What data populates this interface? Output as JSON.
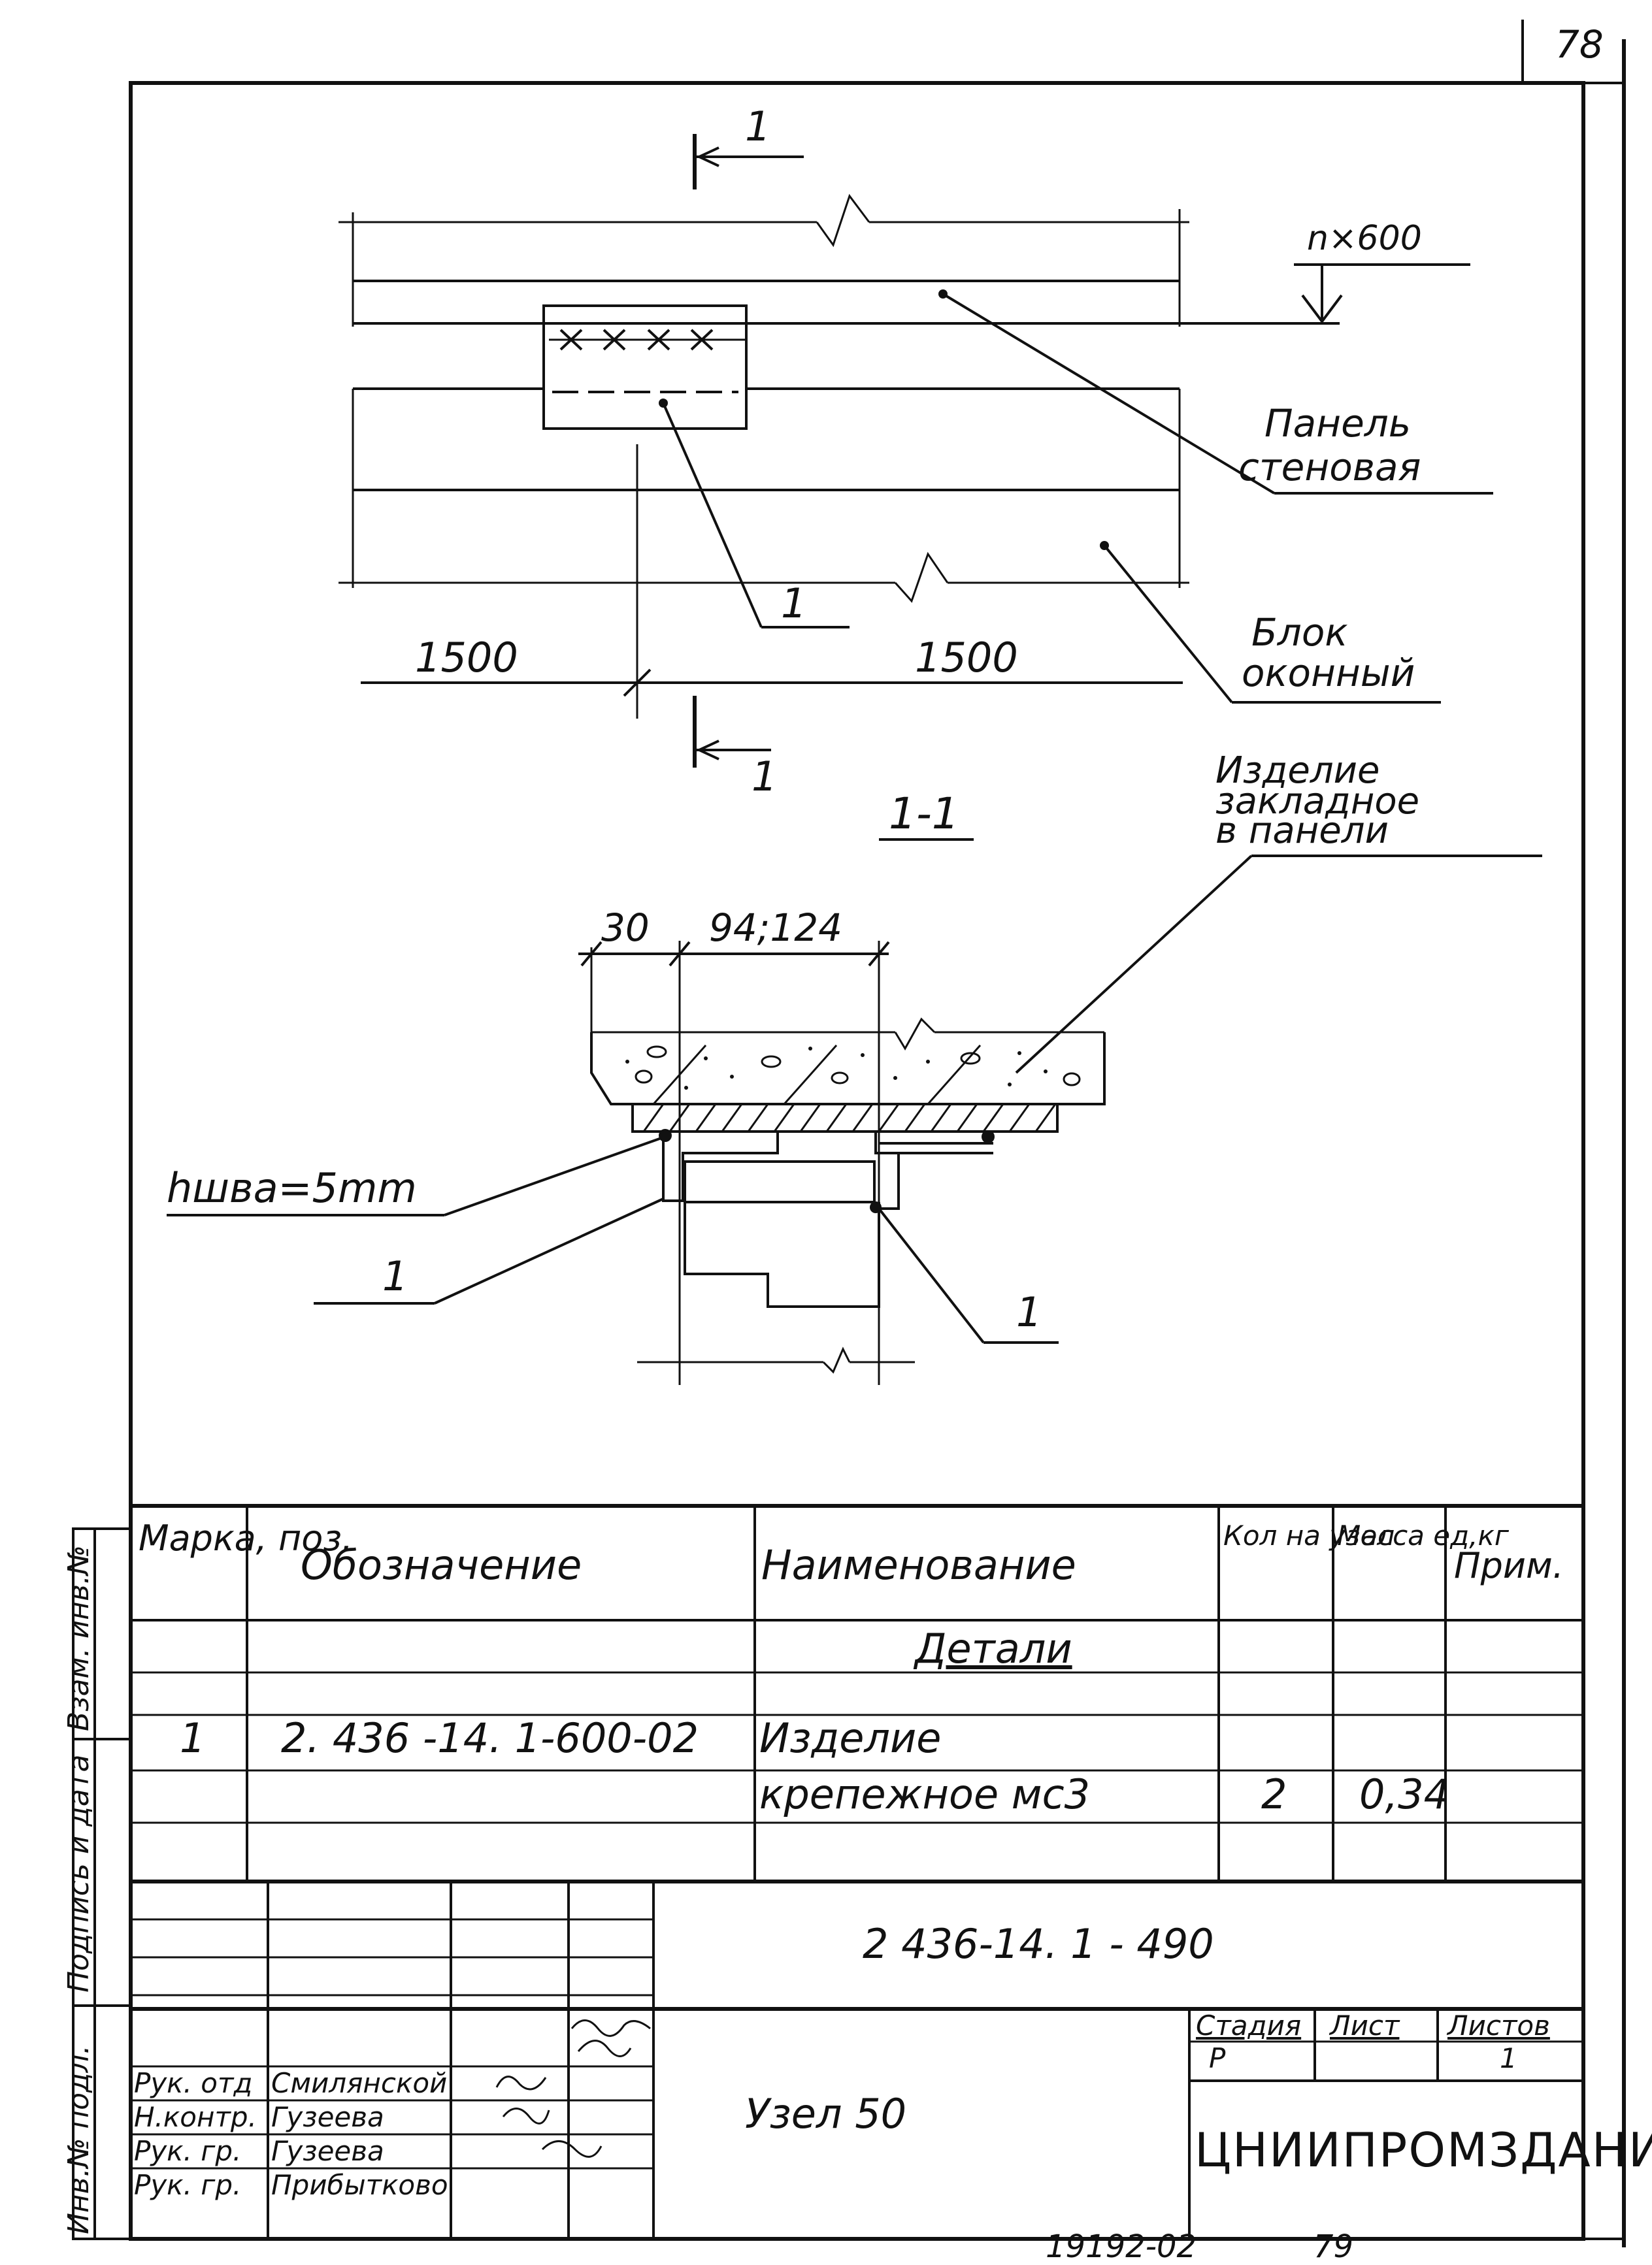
{
  "sheet": {
    "page_number": "78",
    "bottom_code": "19192-02",
    "bottom_number": "79"
  },
  "plan": {
    "dim_top": "n×600",
    "label_panel": [
      "Панель",
      "стеновая"
    ],
    "label_block": [
      "Блок",
      "оконный"
    ],
    "dim_left": "1500",
    "dim_right": "1500",
    "pos_marker": "1",
    "section_mark": "1"
  },
  "section": {
    "title": "1-1",
    "label_embedded": [
      "Изделие",
      "закладное",
      "в панели"
    ],
    "dim_a": "30",
    "dim_b": "94;124",
    "weld_note": "hшва=5mm",
    "pos_left": "1",
    "pos_right": "1"
  },
  "spec_table": {
    "headers": [
      "Марка, поз.",
      "Обозначение",
      "Наименование",
      "Кол на узел",
      "Масса ед,кг",
      "Прим."
    ],
    "section_heading": "Детали",
    "rows": [
      [
        "1",
        "2. 436 -14. 1-600-02",
        "Изделие",
        "",
        "",
        ""
      ],
      [
        "",
        "",
        "крепежное мс3",
        "2",
        "0,34",
        ""
      ]
    ]
  },
  "title_block": {
    "document_code": "2 436-14. 1 - 490",
    "drawing_title": "Узел 50",
    "organization": "ЦНИИПРОМЗДАНИЙ",
    "stage_label": "Стадия",
    "sheet_label": "Лист",
    "sheets_label": "Листов",
    "stage": "Р",
    "sheets": "1",
    "staff": [
      {
        "role": "Рук. отд",
        "name": "Смилянской"
      },
      {
        "role": "Н.контр.",
        "name": "Гузеева"
      },
      {
        "role": "Рук. гр.",
        "name": "Гузеева"
      },
      {
        "role": "Рук. гр.",
        "name": "Прибытково"
      }
    ]
  },
  "side_stamp": {
    "labels": [
      "Инв.№ подл.",
      "Подпись и дата",
      "Взам. инв.№"
    ]
  }
}
